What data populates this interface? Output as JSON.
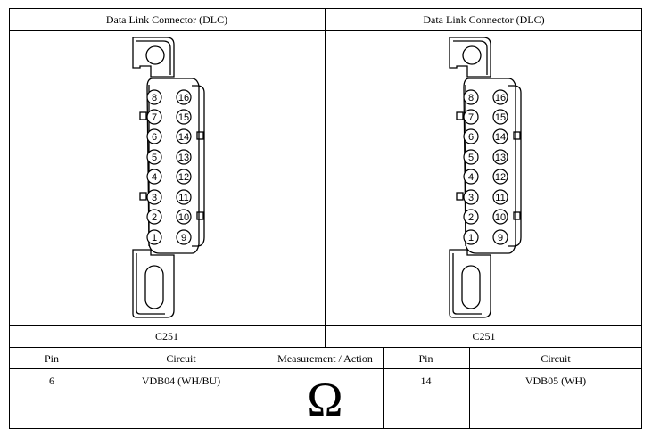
{
  "connectors": [
    {
      "title": "Data Link Connector (DLC)",
      "label": "C251"
    },
    {
      "title": "Data Link Connector (DLC)",
      "label": "C251"
    }
  ],
  "pins_left": [
    "8",
    "7",
    "6",
    "5",
    "4",
    "3",
    "2",
    "1"
  ],
  "pins_right": [
    "16",
    "15",
    "14",
    "13",
    "12",
    "11",
    "10",
    "9"
  ],
  "table": {
    "headers": {
      "pin_a": "Pin",
      "circuit_a": "Circuit",
      "measurement": "Measurement / Action",
      "pin_b": "Pin",
      "circuit_b": "Circuit"
    },
    "row": {
      "pin_a": "6",
      "circuit_a": "VDB04 (WH/BU)",
      "measurement_symbol": "Ω",
      "pin_b": "14",
      "circuit_b": "VDB05 (WH)"
    }
  }
}
